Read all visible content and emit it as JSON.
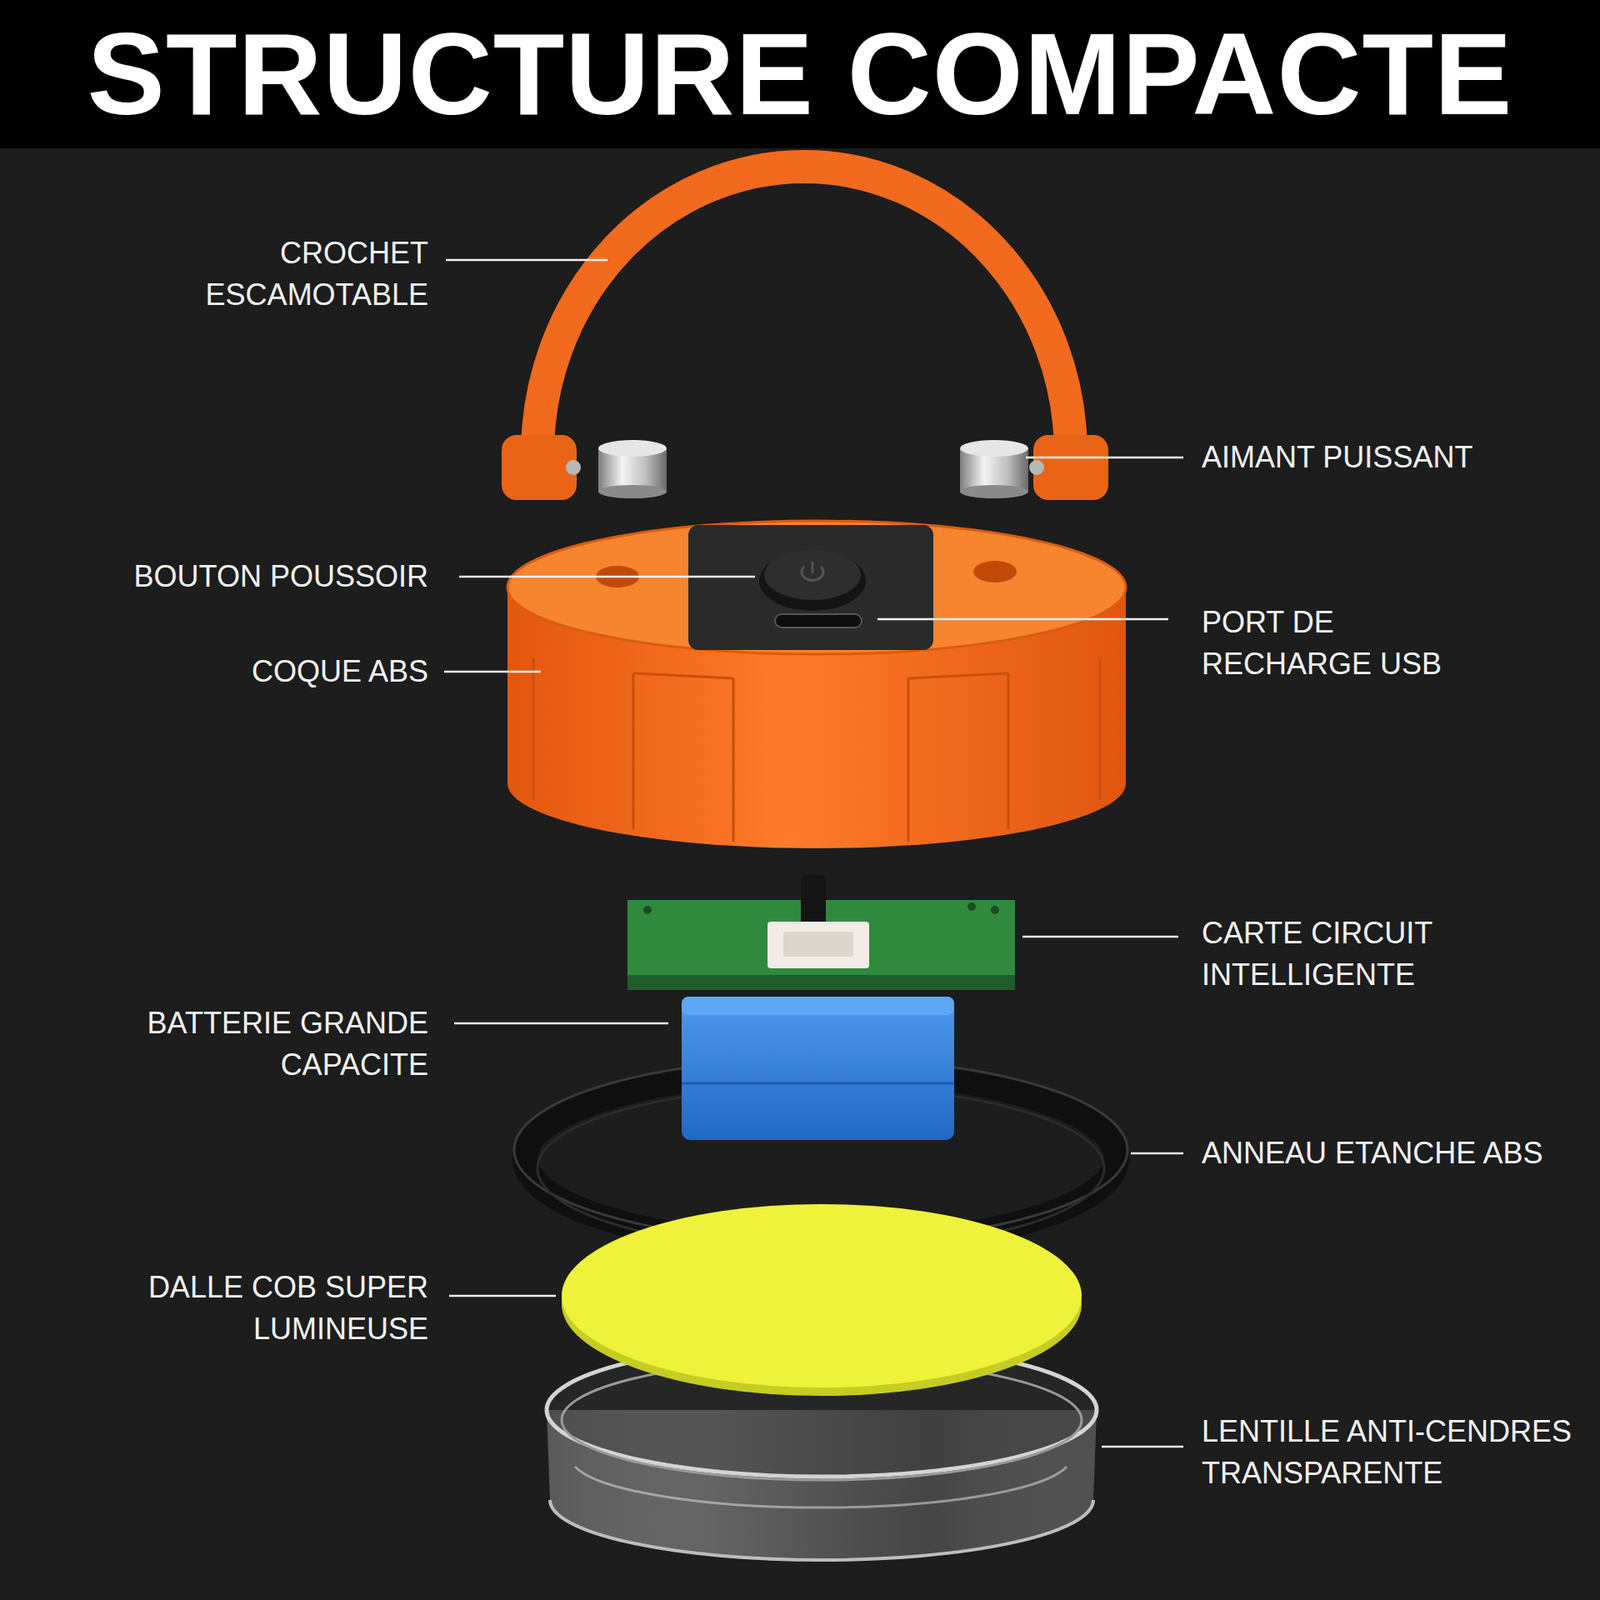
{
  "diagram": {
    "title": "STRUCTURE COMPACTE",
    "labels": [
      "CROCHET ESCAMOTABLE",
      "AIMANT PUISSANT",
      "BOUTON POUSSOIR",
      "PORT DE RECHARGE USB",
      "COQUE ABS",
      "CARTE CIRCUIT INTELLIGENTE",
      "BATTERIE GRANDE CAPACITE",
      "ANNEAU ETANCHE ABS",
      "DALLE COB SUPER LUMINEUSE",
      "LENTILLE ANTI-CENDRES TRANSPARENTE"
    ]
  }
}
